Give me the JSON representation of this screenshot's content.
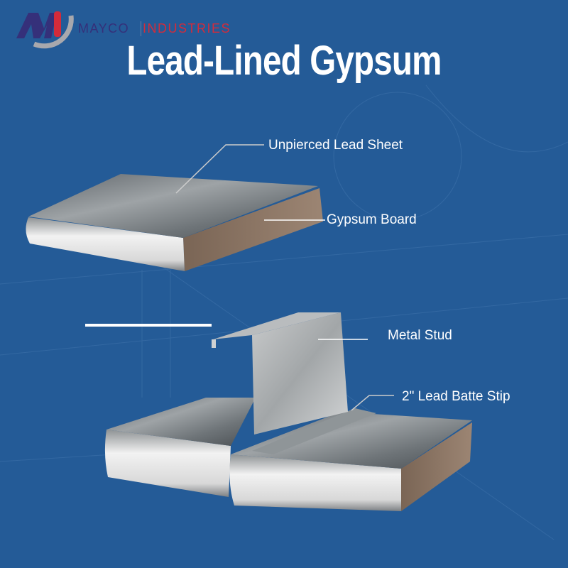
{
  "logo": {
    "brand_left": "MAYCO",
    "brand_right": "INDUSTRIES",
    "colors": {
      "navy": "#35307a",
      "red": "#d42b3a",
      "gray": "#a8a8ad"
    }
  },
  "title": "Lead-Lined Gypsum",
  "background_color": "#245b97",
  "labels": {
    "lead_sheet": "Unpierced Lead Sheet",
    "gypsum_board": "Gypsum Board",
    "metal_stud": "Metal Stud",
    "batten_strip": "2\" Lead Batte Stip"
  }
}
